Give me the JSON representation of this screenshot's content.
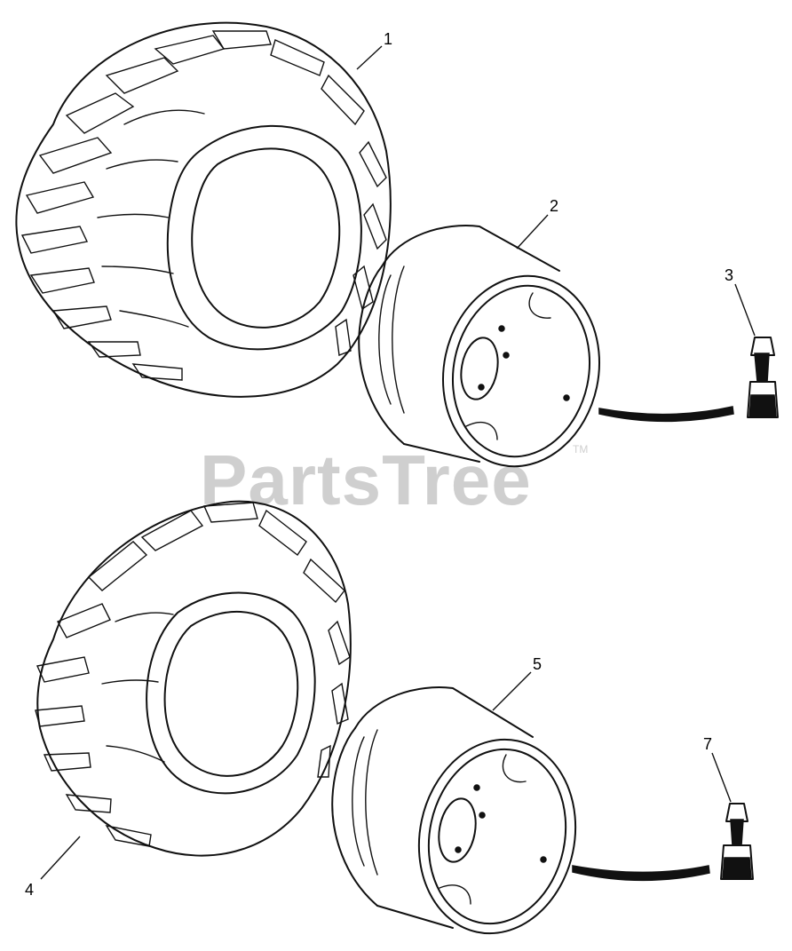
{
  "watermark": {
    "text": "PartsTree",
    "trademark": "TM"
  },
  "callouts": [
    {
      "id": "1",
      "label": "1"
    },
    {
      "id": "2",
      "label": "2"
    },
    {
      "id": "3",
      "label": "3"
    },
    {
      "id": "4",
      "label": "4"
    },
    {
      "id": "5",
      "label": "5"
    },
    {
      "id": "7",
      "label": "7"
    }
  ],
  "parts": {
    "rear_tire": "tire",
    "rear_rim": "rim",
    "rear_valve": "valve-stem",
    "front_tire": "tire",
    "front_rim": "rim",
    "front_valve": "valve-stem"
  }
}
